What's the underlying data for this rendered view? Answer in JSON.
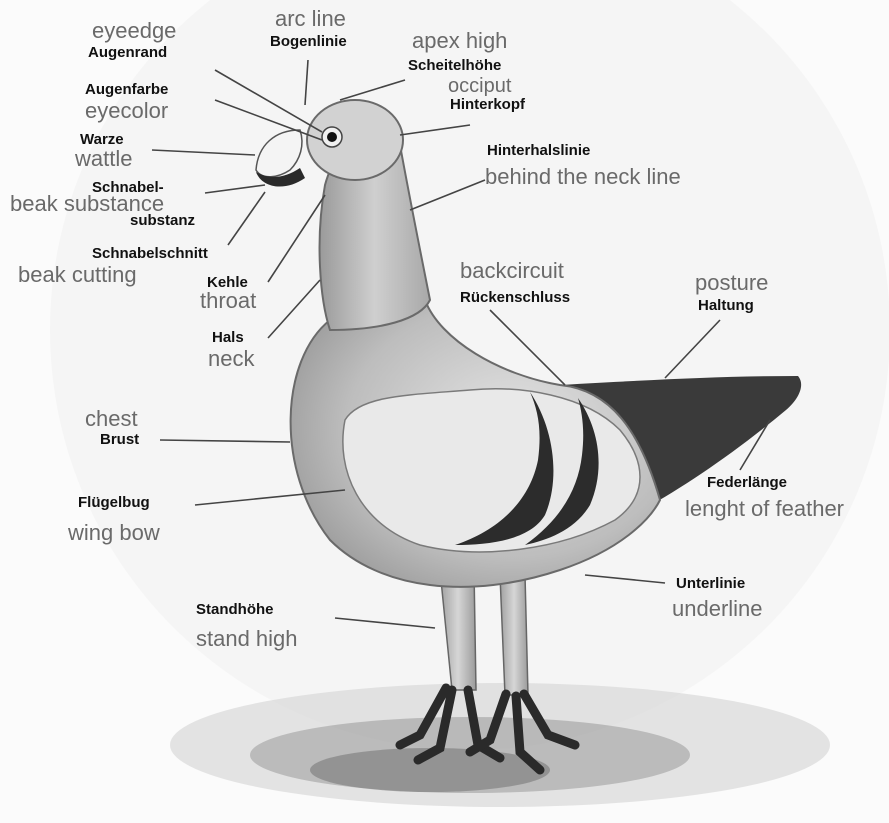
{
  "diagram": {
    "labels": {
      "arc_line": {
        "en": "arc line",
        "de": "Bogenlinie"
      },
      "eyeedge": {
        "en": "eyeedge",
        "de": "Augenrand"
      },
      "eyecolor": {
        "en": "eyecolor",
        "de": "Augenfarbe"
      },
      "apex_high": {
        "en": "apex high",
        "de": "Scheitelhöhe"
      },
      "occiput": {
        "en": "occiput",
        "de": "Hinterkopf"
      },
      "wattle": {
        "en": "wattle",
        "de": "Warze"
      },
      "behind_neck": {
        "en": "behind the neck line",
        "de": "Hinterhalslinie"
      },
      "beak_substance": {
        "en": "beak substance",
        "de1": "Schnabel-",
        "de2": "substanz"
      },
      "beak_cutting": {
        "en": "beak cutting",
        "de": "Schnabelschnitt"
      },
      "throat": {
        "en": "throat",
        "de": "Kehle"
      },
      "neck": {
        "en": "neck",
        "de": "Hals"
      },
      "backcircuit": {
        "en": "backcircuit",
        "de": "Rückenschluss"
      },
      "posture": {
        "en": "posture",
        "de": "Haltung"
      },
      "chest": {
        "en": "chest",
        "de": "Brust"
      },
      "wing_bow": {
        "en": "wing bow",
        "de": "Flügelbug"
      },
      "feather_length": {
        "en": "lenght of feather",
        "de": "Federlänge"
      },
      "underline": {
        "en": "underline",
        "de": "Unterlinie"
      },
      "stand_high": {
        "en": "stand high",
        "de": "Standhöhe"
      }
    },
    "colors": {
      "bird_body": "#c9c9c9",
      "wing_shield": "#e9e9e9",
      "wing_bars": "#2c2c2c",
      "primaries": "#3a3a3a",
      "leader_lines": "#444444"
    }
  }
}
